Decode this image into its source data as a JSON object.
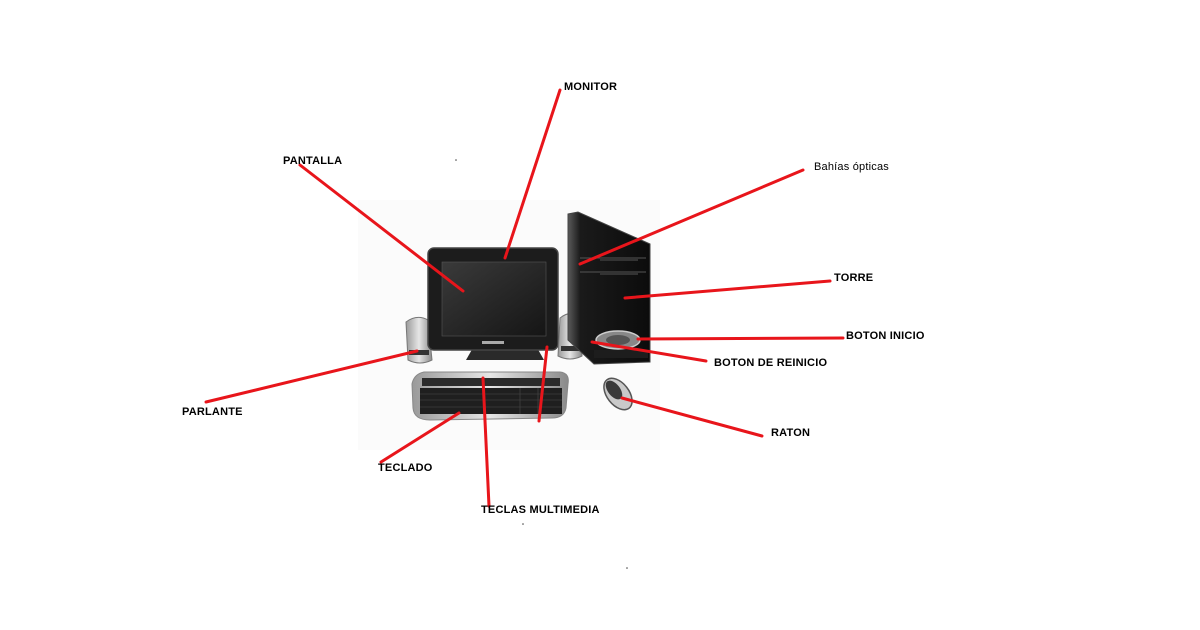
{
  "labels": {
    "monitor": "MONITOR",
    "pantalla": "PANTALLA",
    "bahias": "Bahías ópticas",
    "torre": "TORRE",
    "boton_inicio": "BOTON INICIO",
    "boton_reinicio": "BOTON DE REINICIO",
    "parlante": "PARLANTE",
    "raton": "RATON",
    "teclado": "TECLADO",
    "teclas_multimedia": "TECLAS MULTIMEDIA"
  },
  "colors": {
    "leader_line": "#e8151b",
    "device_dark": "#222222",
    "device_silver": "#c8c8c8"
  }
}
